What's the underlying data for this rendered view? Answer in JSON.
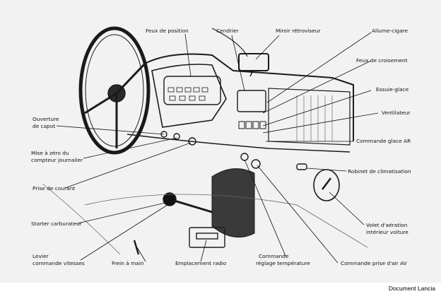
{
  "labels": {
    "feux_position": "Feux de position",
    "cendrier": "Cendrier",
    "miroir": "Miroir rétroviseur",
    "allume_cigare": "Allume-cigare",
    "feux_croisement": "Feux de croisement",
    "essuie_glace": "Essuie-glace",
    "ventilateur": "Ventilateur",
    "commande_glace": "Commande glace AR",
    "robinet": "Robinet de climatisation",
    "volet_1": "Volet d'aération",
    "volet_2": "intérieur voiture",
    "commande_prise": "Commande prise d'air AV",
    "commande_regl_1": "Commande",
    "commande_regl_2": "réglage température",
    "emplacement_radio": "Emplacement radio",
    "frein": "Frein à main",
    "levier_1": "Levier",
    "levier_2": "commande vitesses",
    "starter": "Starter carburateur",
    "prise_courant": "Prise de courant",
    "mise_zero_1": "Mise à zéro du",
    "mise_zero_2": "compteur journalier",
    "ouverture_1": "Ouverture",
    "ouverture_2": "de capot"
  },
  "credit": "Document Lancia"
}
